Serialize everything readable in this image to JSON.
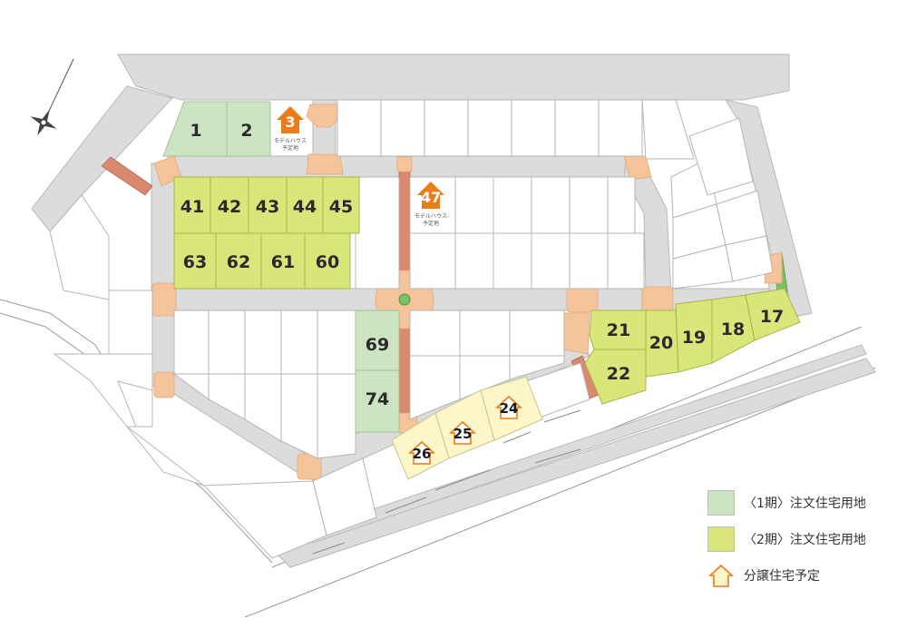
{
  "colors": {
    "phase1": "#cce4c2",
    "phase2": "#dbe67a",
    "planned_house": "#fcf6c8",
    "model_house": "#ea7c1a",
    "road": "#dcdcdc",
    "intersection": "#f6c49a",
    "walkway": "#d9896e",
    "water": "#bfe3ec",
    "park": "#7cc166"
  },
  "lots": {
    "phase1": [
      "1",
      "2",
      "69",
      "74"
    ],
    "phase2": [
      "41",
      "42",
      "43",
      "44",
      "45",
      "63",
      "62",
      "61",
      "60",
      "21",
      "20",
      "19",
      "18",
      "17",
      "22"
    ],
    "planned_houses": [
      "24",
      "25",
      "26"
    ]
  },
  "model_houses": [
    {
      "number": "3",
      "caption_line1": "モデルハウス",
      "caption_line2": "予定地"
    },
    {
      "number": "47",
      "caption_line1": "モデルハウス",
      "caption_line2": "予定地"
    }
  ],
  "legend": {
    "phase1_label": "〈1期〉注文住宅用地",
    "phase2_label": "〈2期〉注文住宅用地",
    "planned_label": "分譲住宅予定"
  }
}
